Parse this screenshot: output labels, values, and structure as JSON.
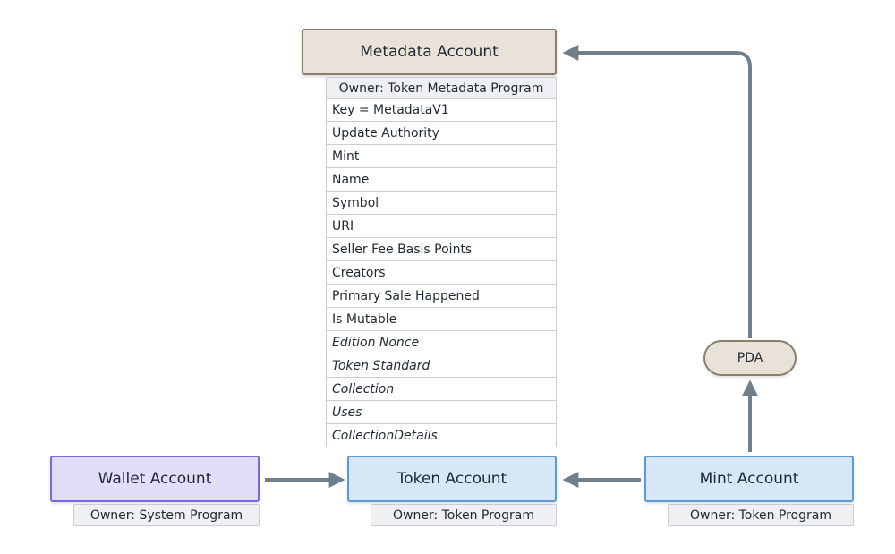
{
  "metadata_account": {
    "title": "Metadata Account",
    "owner": "Owner: Token Metadata Program",
    "fields": [
      {
        "label": "Key = MetadataV1",
        "italic": false
      },
      {
        "label": "Update Authority",
        "italic": false
      },
      {
        "label": "Mint",
        "italic": false
      },
      {
        "label": "Name",
        "italic": false
      },
      {
        "label": "Symbol",
        "italic": false
      },
      {
        "label": "URI",
        "italic": false
      },
      {
        "label": "Seller Fee Basis Points",
        "italic": false
      },
      {
        "label": "Creators",
        "italic": false
      },
      {
        "label": "Primary Sale Happened",
        "italic": false
      },
      {
        "label": "Is Mutable",
        "italic": false
      },
      {
        "label": "Edition Nonce",
        "italic": true
      },
      {
        "label": "Token Standard",
        "italic": true
      },
      {
        "label": "Collection",
        "italic": true
      },
      {
        "label": "Uses",
        "italic": true
      },
      {
        "label": "CollectionDetails",
        "italic": true
      }
    ]
  },
  "wallet_account": {
    "title": "Wallet Account",
    "owner": "Owner: System Program"
  },
  "token_account": {
    "title": "Token Account",
    "owner": "Owner: Token Program"
  },
  "mint_account": {
    "title": "Mint Account",
    "owner": "Owner: Token Program"
  },
  "pda": {
    "label": "PDA"
  },
  "colors": {
    "connector": "#6f7f8c",
    "metadata_fill": "#e8e2d8",
    "wallet_fill": "#e3ddf9",
    "account_fill": "#d6e8f7"
  }
}
